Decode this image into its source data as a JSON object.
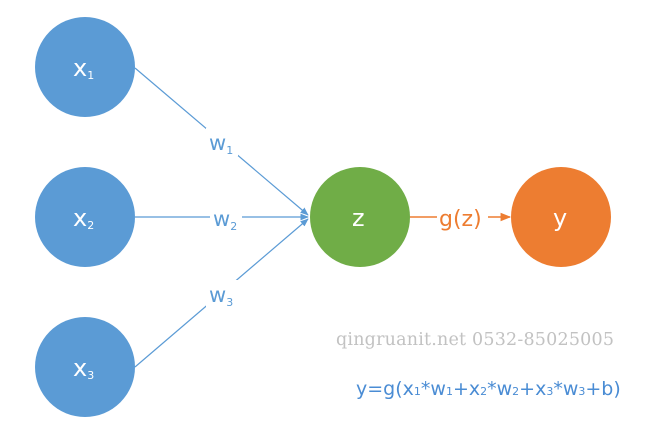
{
  "colors": {
    "input_node": "#5b9bd5",
    "hidden_node": "#70ad47",
    "output_node": "#ed7d31",
    "edge": "#5b9bd5",
    "activation": "#ed7d31",
    "weight_text": "#5b9bd5",
    "formula_text": "#4a8cd4",
    "watermark_text": "#c2c2c2",
    "node_text": "#ffffff"
  },
  "nodes": {
    "x1": {
      "label": "x",
      "sub": "1"
    },
    "x2": {
      "label": "x",
      "sub": "2"
    },
    "x3": {
      "label": "x",
      "sub": "3"
    },
    "z": {
      "label": "z"
    },
    "y": {
      "label": "y"
    }
  },
  "edges": {
    "w1": {
      "label": "w",
      "sub": "1"
    },
    "w2": {
      "label": "w",
      "sub": "2"
    },
    "w3": {
      "label": "w",
      "sub": "3"
    },
    "activation": {
      "label": "g(z)"
    }
  },
  "watermark": "qingruanit.net 0532-85025005",
  "formula": {
    "p1": "y=g(x",
    "s1": "1",
    "p2": "*w",
    "s2": "1",
    "p3": "+x",
    "s3": "2",
    "p4": "*w",
    "s4": "2",
    "p5": "+x",
    "s5": "3",
    "p6": "*w",
    "s6": "3",
    "p7": "+b)"
  }
}
